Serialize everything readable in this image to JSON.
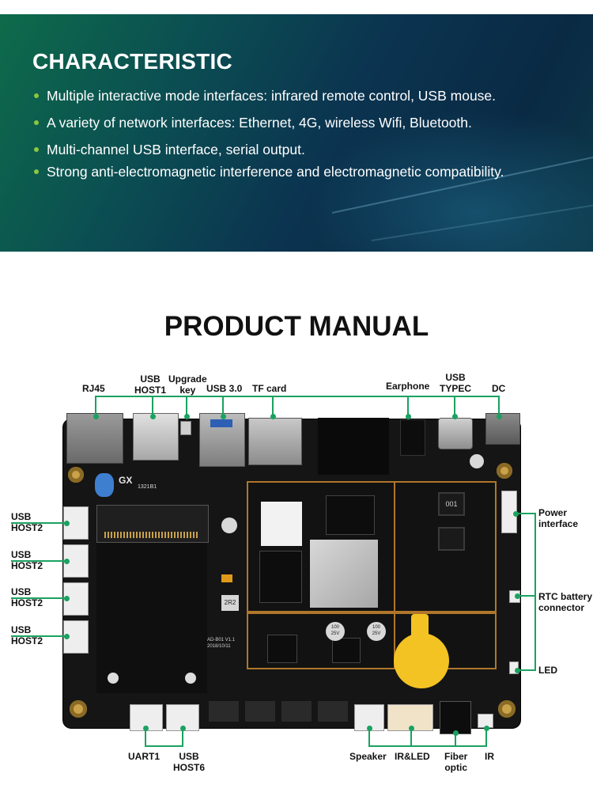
{
  "characteristic": {
    "title": "CHARACTERISTIC",
    "bullets": [
      "Multiple interactive mode interfaces: infrared remote control, USB mouse.",
      "A variety of network interfaces: Ethernet, 4G, wireless Wifi, Bluetooth.",
      "Multi-channel USB interface, serial output.",
      "Strong anti-electromagnetic interference and electromagnetic compatibility."
    ]
  },
  "manual": {
    "title": "PRODUCT MANUAL",
    "labels": {
      "rj45": "RJ45",
      "usb_host1": "USB\nHOST1",
      "upgrade_key": "Upgrade\nkey",
      "usb30": "USB 3.0",
      "tf_card": "TF card",
      "earphone": "Earphone",
      "usb_typec": "USB\nTYPEC",
      "dc": "DC",
      "usb_host2_a": "USB\nHOST2",
      "usb_host2_b": "USB\nHOST2",
      "usb_host2_c": "USB\nHOST2",
      "usb_host2_d": "USB\nHOST2",
      "power_interface": "Power\ninterface",
      "rtc_battery": "RTC battery\nconnector",
      "led": "LED",
      "uart1": "UART1",
      "usb_host6": "USB\nHOST6",
      "speaker": "Speaker",
      "ir_led": "IR&LED",
      "fiber_optic": "Fiber\noptic",
      "ir": "IR"
    },
    "board_text": {
      "chip_gx": "GX",
      "chip_gx_sub": "1321B1",
      "inductor1": "001",
      "inductor2": "2R2",
      "board_rev": "AD-B01 V1.1",
      "board_date": "2018/10/11",
      "cap1": "100\n25V",
      "cap2": "100\n25V"
    }
  },
  "colors": {
    "accent_green": "#1aa260",
    "bullet_green": "#8cc63f",
    "banner_dark": "#0b3450"
  }
}
